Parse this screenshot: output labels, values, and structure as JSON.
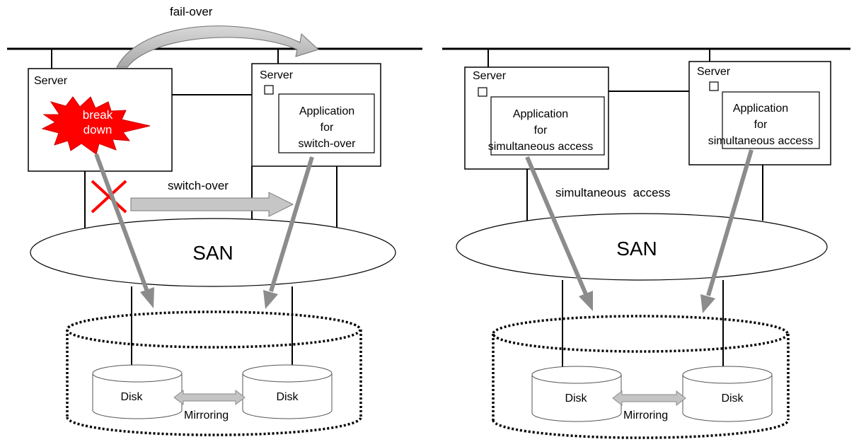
{
  "left_panel": {
    "failover_label": "fail-over",
    "server_left_label": "Server",
    "breakdown_line1": "break",
    "breakdown_line2": "down",
    "server_right_label": "Server",
    "app_line1": "Application",
    "app_line2": "for",
    "app_line3": "switch-over",
    "switchover_label": "switch-over",
    "san_label": "SAN",
    "disk1_label": "Disk",
    "disk2_label": "Disk",
    "mirroring_label": "Mirroring"
  },
  "right_panel": {
    "server_left_label": "Server",
    "app_left_line1": "Application",
    "app_left_line2": "for",
    "app_left_line3": "simultaneous access",
    "server_right_label": "Server",
    "app_right_line1": "Application",
    "app_right_line2": "for",
    "app_right_line3": "simultaneous access",
    "simultaneous_label": "simultaneous  access",
    "san_label": "SAN",
    "disk1_label": "Disk",
    "disk2_label": "Disk",
    "mirroring_label": "Mirroring"
  },
  "colors": {
    "arrow_gray": "#8c8c8c",
    "arrow_light": "#c8c8c8",
    "burst_red": "#ff0000",
    "cross_red": "#ff0000",
    "san_fill": "#ffffff"
  }
}
